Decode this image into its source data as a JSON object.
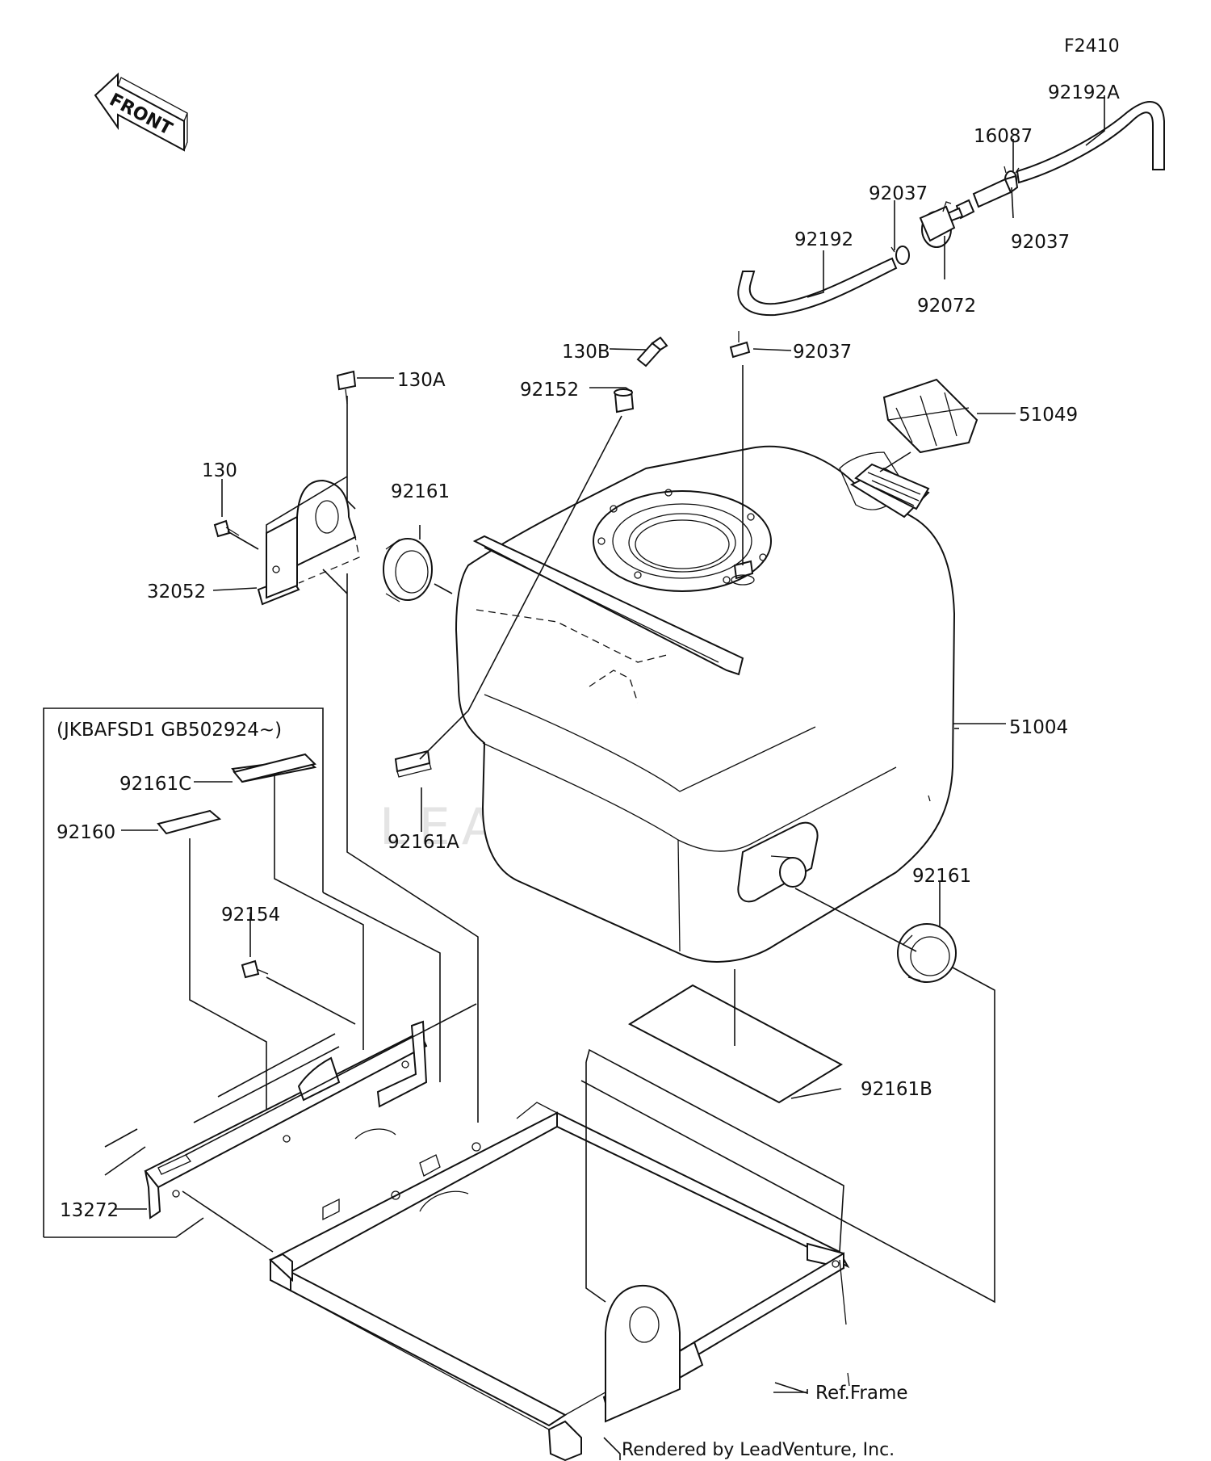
{
  "diagram": {
    "code": "F2410",
    "front_label": "FRONT",
    "footer": "Rendered by LeadVenture, Inc.",
    "watermark": "LEADVENTURE",
    "variant_box_label": "(JKBAFSD1 GB502924~)"
  },
  "parts": {
    "p92192A": "92192A",
    "p16087": "16087",
    "p92037_top": "92037",
    "p92037_right": "92037",
    "p92037_mid": "92037",
    "p92192": "92192",
    "p92072": "92072",
    "p130B": "130B",
    "p92152": "92152",
    "p130A": "130A",
    "p51049": "51049",
    "p130": "130",
    "p92161_left": "92161",
    "p32052": "32052",
    "p51004": "51004",
    "p92161C": "92161C",
    "p92160": "92160",
    "p92161A": "92161A",
    "p92161_right": "92161",
    "p92154": "92154",
    "p92161B": "92161B",
    "p13272": "13272",
    "ref_frame": "Ref.Frame"
  }
}
